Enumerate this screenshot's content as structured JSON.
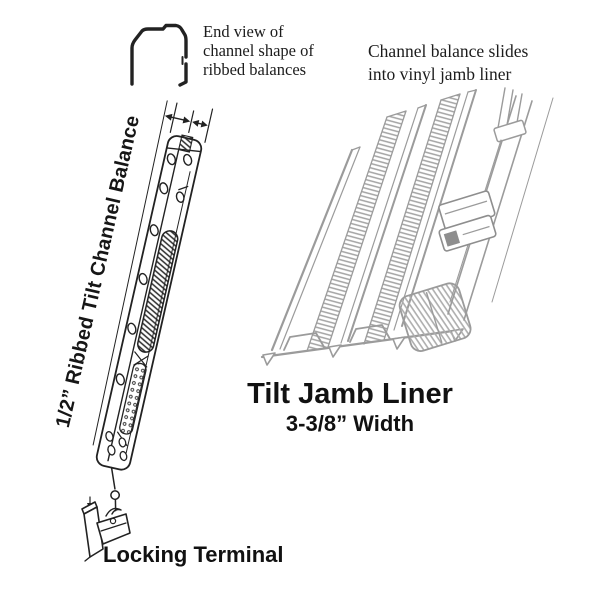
{
  "diagram": {
    "end_view_note": {
      "line1": "End view of",
      "line2": "channel shape of",
      "line3": "ribbed balances"
    },
    "slide_note": {
      "line1": "Channel balance slides",
      "line2": "into vinyl jamb liner"
    },
    "balance_label": "1/2” Ribbed Tilt Channel Balance",
    "jamb_liner": {
      "title": "Tilt Jamb Liner",
      "width": "3-3/8” Width"
    },
    "locking_terminal_label": "Locking Terminal",
    "colors": {
      "ink_dark": "#222222",
      "ink_gray": "#9b9b9b",
      "background": "#ffffff"
    }
  }
}
